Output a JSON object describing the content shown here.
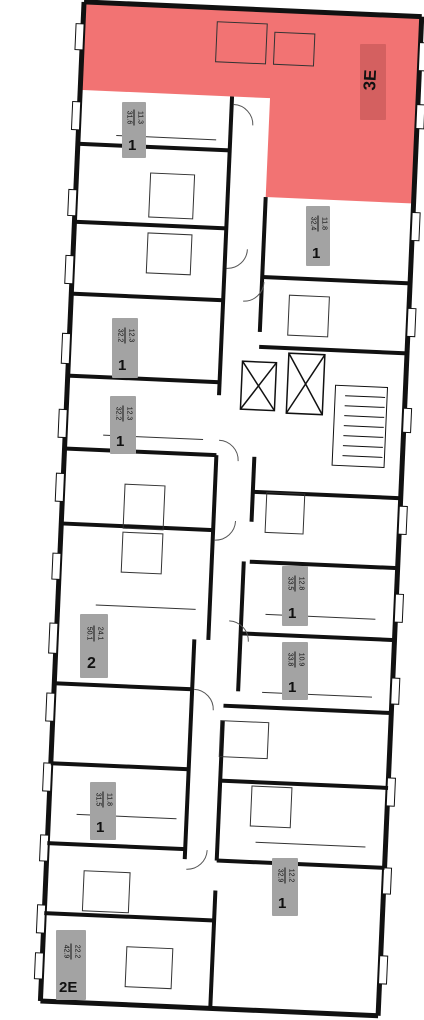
{
  "highlight_color": "#f05a5a",
  "units": [
    {
      "id": "unit-3e-top-right",
      "rooms": "3E",
      "areas": [
        "",
        ""
      ],
      "highlighted": true
    },
    {
      "id": "unit-1-a",
      "rooms": "1",
      "areas": [
        "11.3",
        "31.6"
      ],
      "highlighted": false
    },
    {
      "id": "unit-1-b",
      "rooms": "1",
      "areas": [
        "11.8",
        "32.4"
      ],
      "highlighted": false
    },
    {
      "id": "unit-1-c",
      "rooms": "1",
      "areas": [
        "12.3",
        "32.2"
      ],
      "highlighted": false
    },
    {
      "id": "unit-1-d",
      "rooms": "1",
      "areas": [
        "12.3",
        "32.2"
      ],
      "highlighted": false
    },
    {
      "id": "unit-1-e",
      "rooms": "1",
      "areas": [
        "12.8",
        "33.5"
      ],
      "highlighted": false
    },
    {
      "id": "unit-2",
      "rooms": "2",
      "areas": [
        "24.1",
        "50.1"
      ],
      "highlighted": false
    },
    {
      "id": "unit-1-f",
      "rooms": "1",
      "areas": [
        "10.9",
        "33.8"
      ],
      "highlighted": false
    },
    {
      "id": "unit-1-g",
      "rooms": "1",
      "areas": [
        "11.8",
        "31.5"
      ],
      "highlighted": false
    },
    {
      "id": "unit-1-h",
      "rooms": "1",
      "areas": [
        "12.2",
        "32.9"
      ],
      "highlighted": false
    },
    {
      "id": "unit-2e",
      "rooms": "2E",
      "areas": [
        "22.2",
        "42.9"
      ],
      "highlighted": false
    }
  ]
}
